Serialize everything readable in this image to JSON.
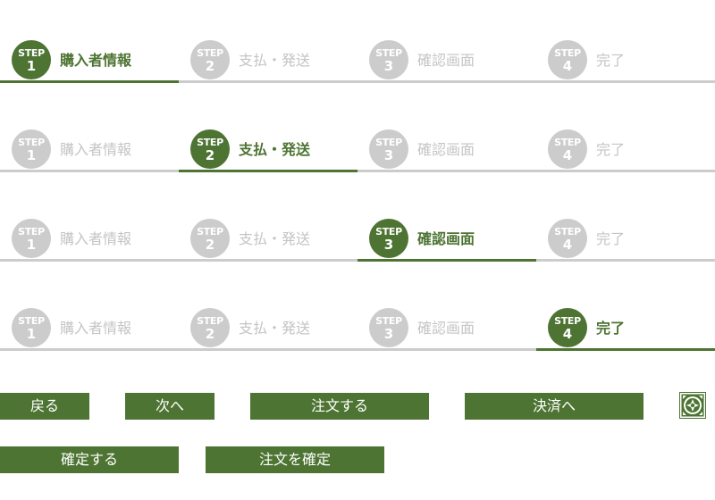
{
  "steppers": [
    {
      "steps": [
        {
          "word": "STEP",
          "number": "1",
          "label": "購入者情報",
          "active": true
        },
        {
          "word": "STEP",
          "number": "2",
          "label": "支払・発送",
          "active": false
        },
        {
          "word": "STEP",
          "number": "3",
          "label": "確認画面",
          "active": false
        },
        {
          "word": "STEP",
          "number": "4",
          "label": "完了",
          "active": false
        }
      ]
    },
    {
      "steps": [
        {
          "word": "STEP",
          "number": "1",
          "label": "購入者情報",
          "active": false
        },
        {
          "word": "STEP",
          "number": "2",
          "label": "支払・発送",
          "active": true
        },
        {
          "word": "STEP",
          "number": "3",
          "label": "確認画面",
          "active": false
        },
        {
          "word": "STEP",
          "number": "4",
          "label": "完了",
          "active": false
        }
      ]
    },
    {
      "steps": [
        {
          "word": "STEP",
          "number": "1",
          "label": "購入者情報",
          "active": false
        },
        {
          "word": "STEP",
          "number": "2",
          "label": "支払・発送",
          "active": false
        },
        {
          "word": "STEP",
          "number": "3",
          "label": "確認画面",
          "active": true
        },
        {
          "word": "STEP",
          "number": "4",
          "label": "完了",
          "active": false
        }
      ]
    },
    {
      "steps": [
        {
          "word": "STEP",
          "number": "1",
          "label": "購入者情報",
          "active": false
        },
        {
          "word": "STEP",
          "number": "2",
          "label": "支払・発送",
          "active": false
        },
        {
          "word": "STEP",
          "number": "3",
          "label": "確認画面",
          "active": false
        },
        {
          "word": "STEP",
          "number": "4",
          "label": "完了",
          "active": true
        }
      ]
    }
  ],
  "buttons": {
    "back": "戻る",
    "next": "次へ",
    "order": "注文する",
    "to_payment": "決済へ",
    "confirm": "確定する",
    "confirm_order": "注文を確定"
  },
  "icons": {
    "ornament": "ornament-icon"
  },
  "colors": {
    "accent": "#4d7432",
    "inactive": "#cccccc",
    "inactive_text": "#c4c4c4"
  }
}
